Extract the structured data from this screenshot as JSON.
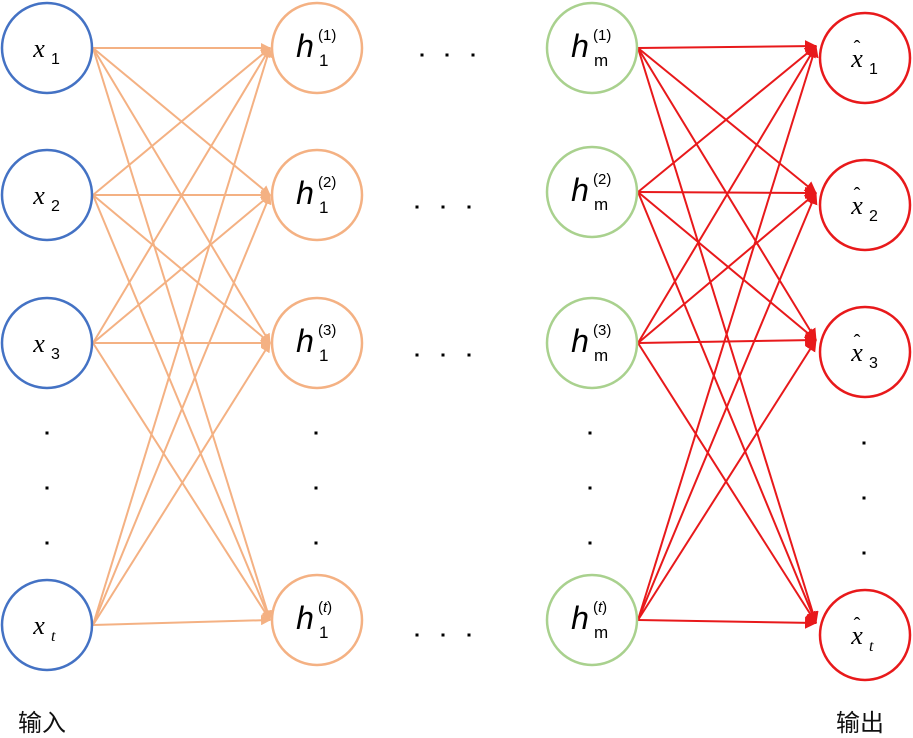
{
  "diagram": {
    "title": "",
    "colors": {
      "input": "#4472C4",
      "hidden_first": "#F4B183",
      "hidden_last": "#A9D18E",
      "output": "#E8191B",
      "edge_in": "#F4B183",
      "edge_out": "#E8191B",
      "text": "#000000"
    },
    "layers": [
      {
        "id": "input",
        "nodes": [
          {
            "base": "x",
            "sub": "1",
            "sup": "",
            "hat": false
          },
          {
            "base": "x",
            "sub": "2",
            "sup": "",
            "hat": false
          },
          {
            "base": "x",
            "sub": "3",
            "sup": "",
            "hat": false
          },
          {
            "base": "x",
            "sub": "t",
            "sup": "",
            "hat": false
          }
        ]
      },
      {
        "id": "hidden_first",
        "nodes": [
          {
            "base": "h",
            "sub": "1",
            "sup": "(1)",
            "hat": false
          },
          {
            "base": "h",
            "sub": "1",
            "sup": "(2)",
            "hat": false
          },
          {
            "base": "h",
            "sub": "1",
            "sup": "(3)",
            "hat": false
          },
          {
            "base": "h",
            "sub": "1",
            "sup": "(t)",
            "hat": false
          }
        ]
      },
      {
        "id": "hidden_last",
        "nodes": [
          {
            "base": "h",
            "sub": "m",
            "sup": "(1)",
            "hat": false
          },
          {
            "base": "h",
            "sub": "m",
            "sup": "(2)",
            "hat": false
          },
          {
            "base": "h",
            "sub": "m",
            "sup": "(3)",
            "hat": false
          },
          {
            "base": "h",
            "sub": "m",
            "sup": "(t)",
            "hat": false
          }
        ]
      },
      {
        "id": "output",
        "nodes": [
          {
            "base": "x",
            "sub": "1",
            "sup": "",
            "hat": true
          },
          {
            "base": "x",
            "sub": "2",
            "sup": "",
            "hat": true
          },
          {
            "base": "x",
            "sub": "3",
            "sup": "",
            "hat": true
          },
          {
            "base": "x",
            "sub": "t",
            "sup": "",
            "hat": true
          }
        ]
      }
    ],
    "connections": [
      {
        "from": "input",
        "to": "hidden_first",
        "type": "fully-connected"
      },
      {
        "from": "hidden_last",
        "to": "output",
        "type": "fully-connected"
      }
    ],
    "ellipsis_glyph": "·",
    "captions": {
      "input": "输入",
      "output": "输出"
    }
  }
}
